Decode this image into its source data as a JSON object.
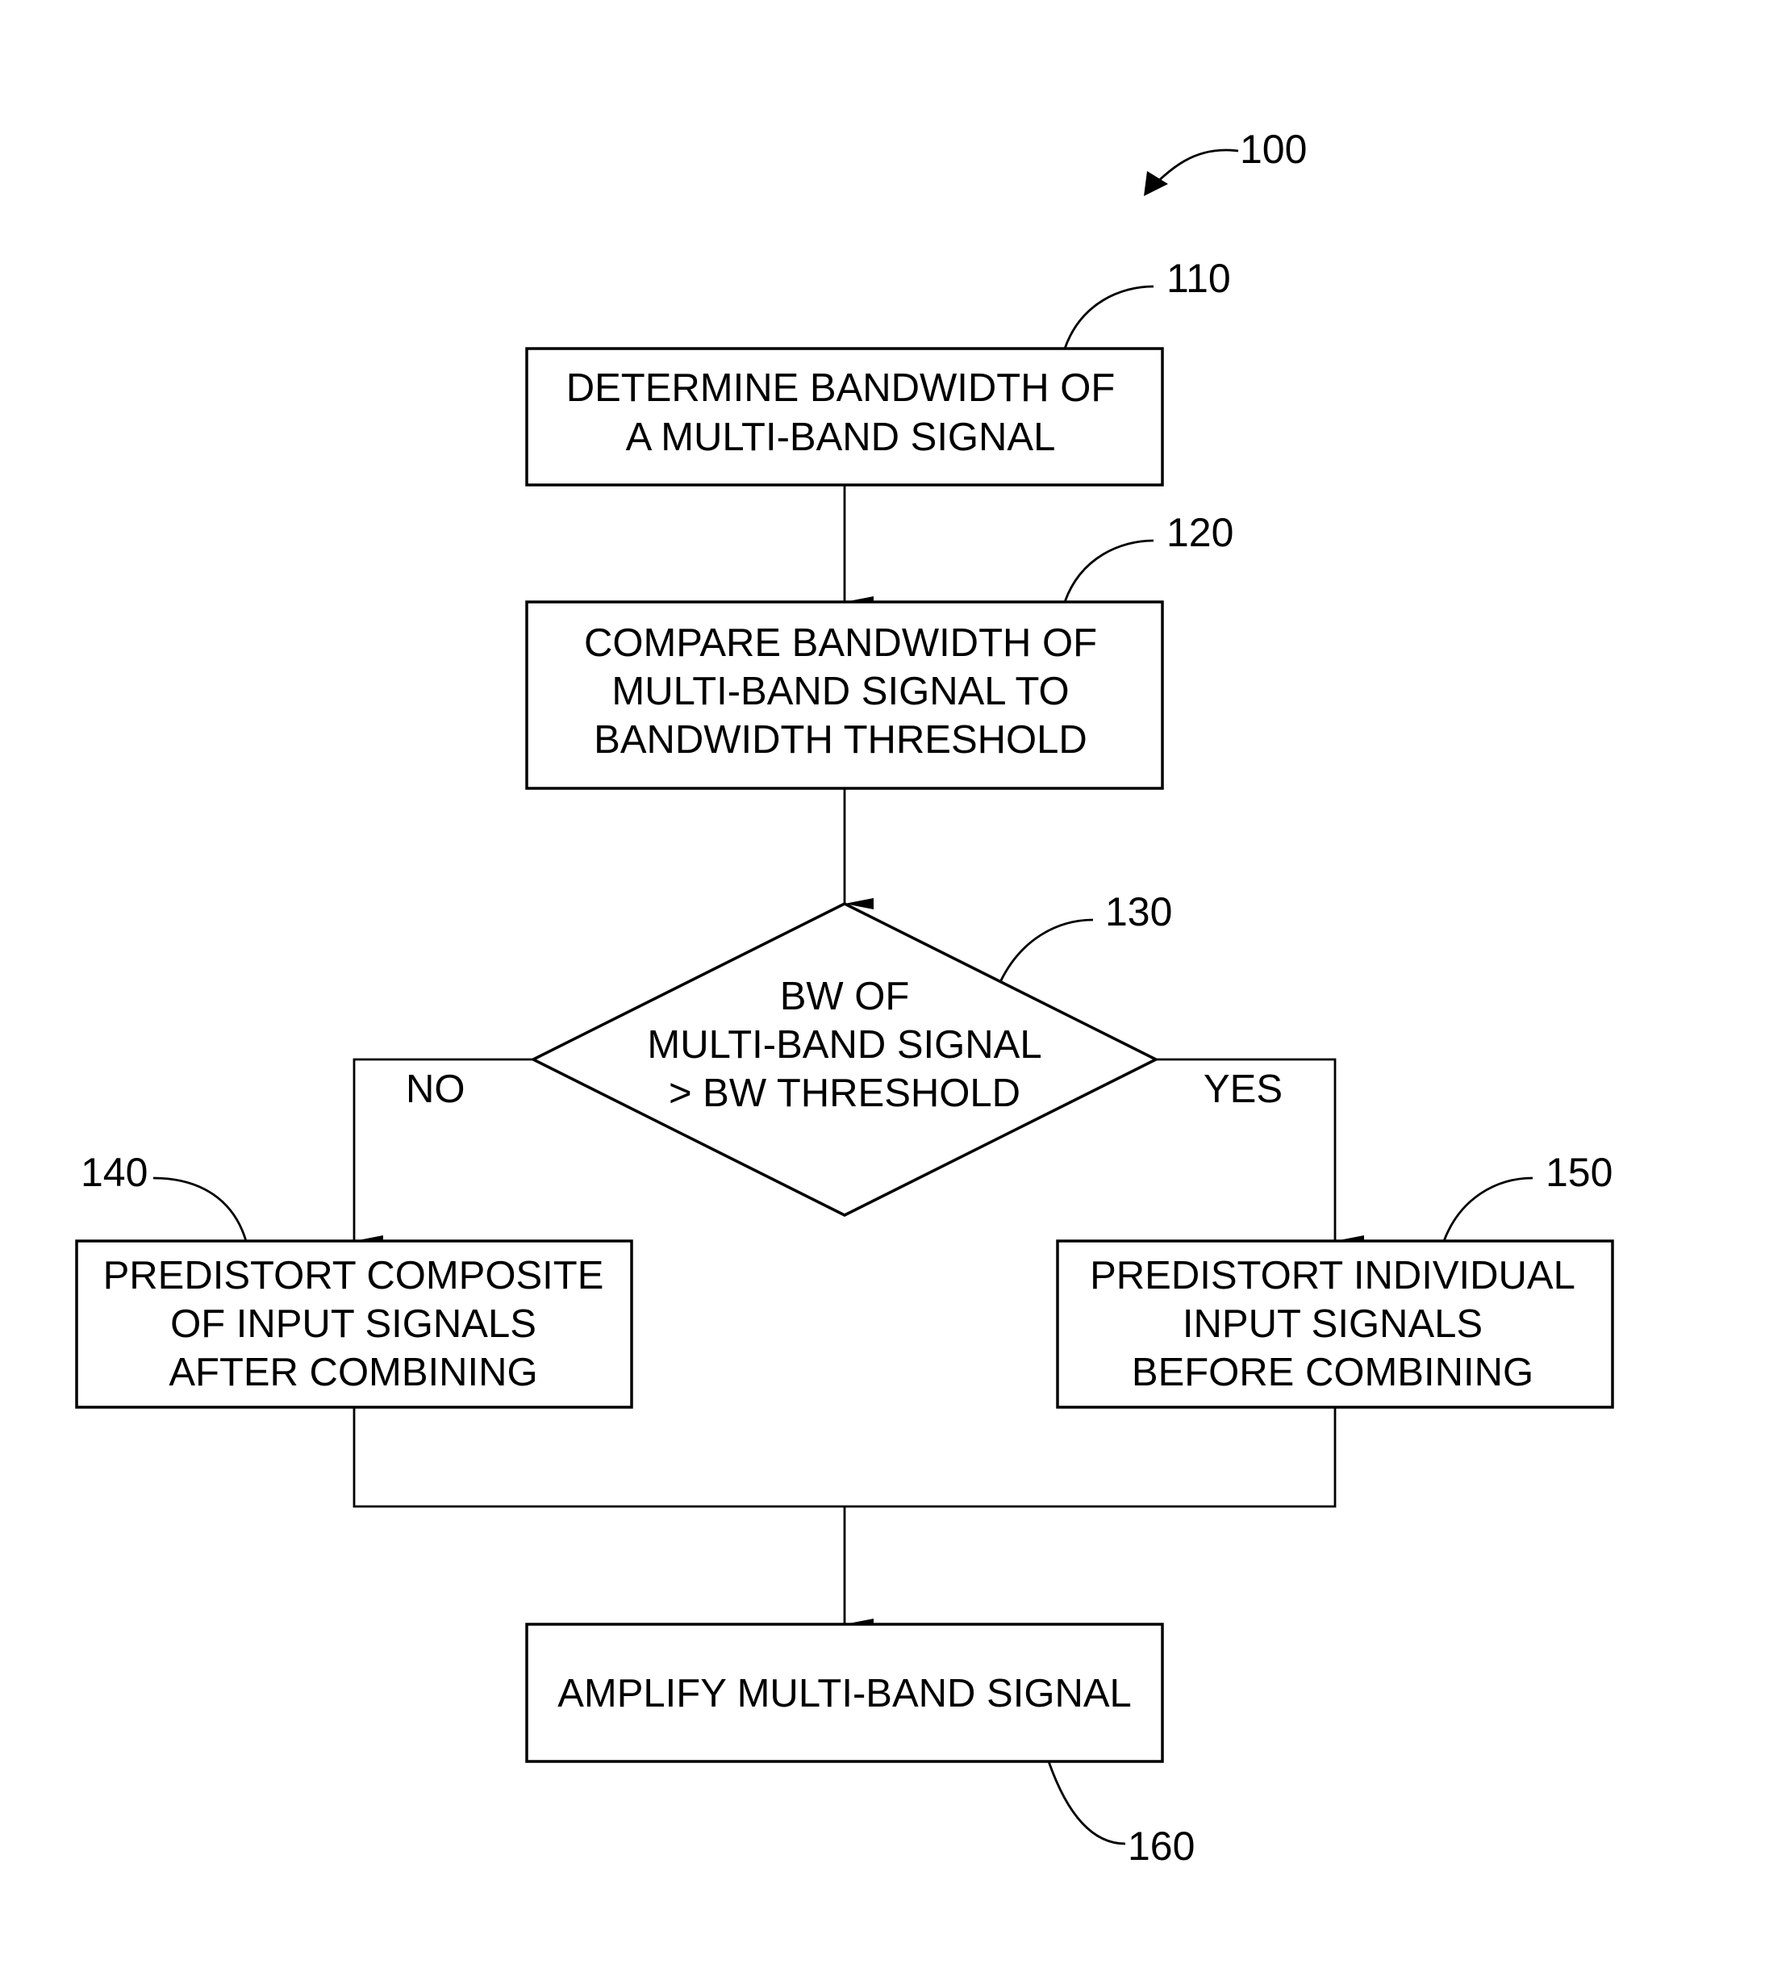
{
  "figure_ref": "100",
  "steps": {
    "s110": {
      "ref": "110",
      "lines": [
        "DETERMINE BANDWIDTH OF",
        "A MULTI-BAND SIGNAL"
      ]
    },
    "s120": {
      "ref": "120",
      "lines": [
        "COMPARE BANDWIDTH OF",
        "MULTI-BAND SIGNAL TO",
        "BANDWIDTH THRESHOLD"
      ]
    },
    "s130": {
      "ref": "130",
      "lines": [
        "BW OF",
        "MULTI-BAND SIGNAL",
        "> BW THRESHOLD"
      ]
    },
    "s140": {
      "ref": "140",
      "lines": [
        "PREDISTORT COMPOSITE",
        "OF INPUT SIGNALS",
        "AFTER COMBINING"
      ]
    },
    "s150": {
      "ref": "150",
      "lines": [
        "PREDISTORT INDIVIDUAL",
        "INPUT SIGNALS",
        "BEFORE COMBINING"
      ]
    },
    "s160": {
      "ref": "160",
      "lines": [
        "AMPLIFY MULTI-BAND SIGNAL"
      ]
    }
  },
  "branches": {
    "no": "NO",
    "yes": "YES"
  }
}
